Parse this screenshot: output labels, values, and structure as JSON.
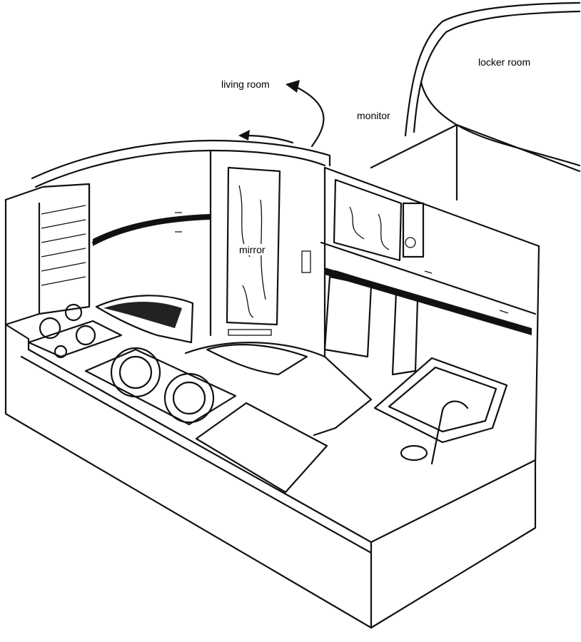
{
  "labels": {
    "locker_room": "locker room",
    "living_room": "living room",
    "monitor": "monitor",
    "mirror": "mirror"
  },
  "colors": {
    "ink": "#111111",
    "paper": "#ffffff"
  }
}
